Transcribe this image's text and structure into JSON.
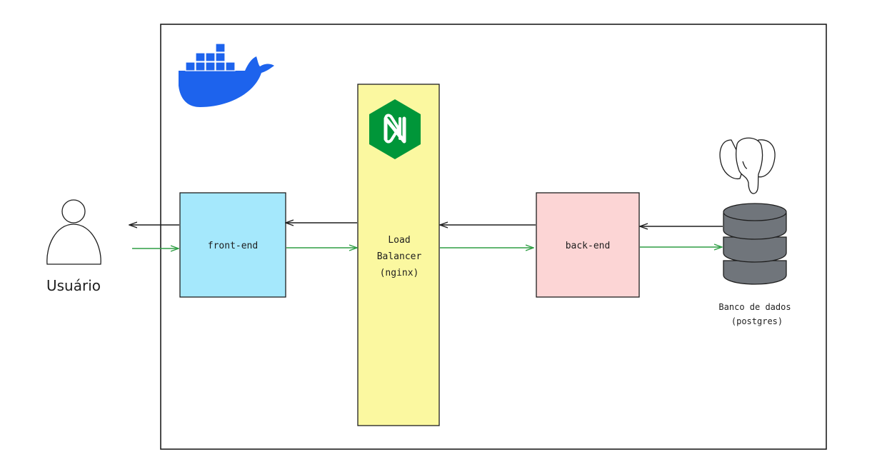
{
  "diagram": {
    "user": {
      "label": "Usuário"
    },
    "frontend": {
      "label": "front-end",
      "fill": "#a5e8fc"
    },
    "load_balancer": {
      "label_line1": "Load",
      "label_line2": "Balancer",
      "label_line3": "(nginx)",
      "fill": "#fbf8a0"
    },
    "backend": {
      "label": "back-end",
      "fill": "#fcd5d5"
    },
    "database": {
      "label_line1": "Banco de dados",
      "label_line2": "(postgres)"
    },
    "colors": {
      "request_arrow": "#2f9e44",
      "response_arrow": "#1e1e1e",
      "docker_blue": "#1d63ed",
      "nginx_green": "#009639",
      "db_gray": "#70757b"
    },
    "icons": [
      "docker-whale-icon",
      "nginx-icon",
      "postgres-elephant-icon",
      "database-icon",
      "user-icon"
    ]
  }
}
